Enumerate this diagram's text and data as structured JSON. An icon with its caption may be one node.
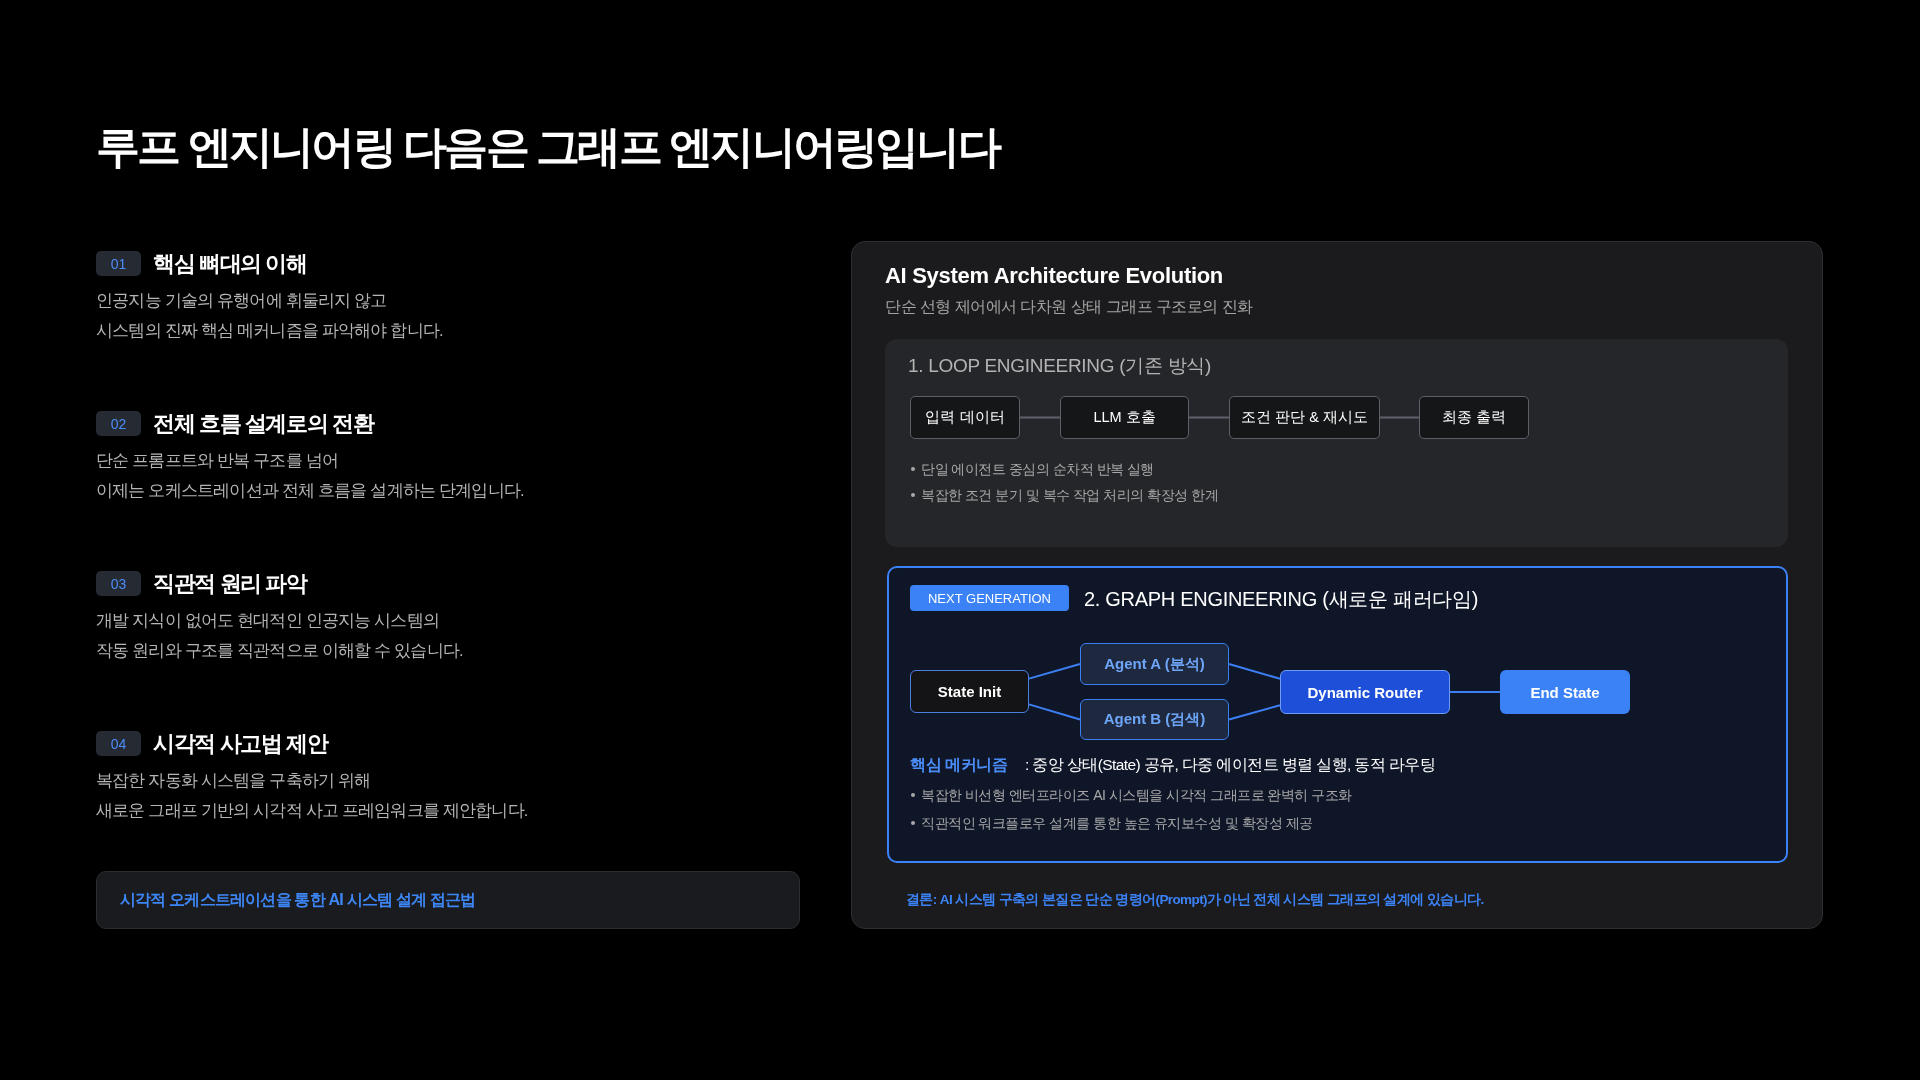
{
  "diagram": {
    "title": "루프 엔지니어링 다음은 그래프 엔지니어링입니다",
    "nodes": [
      {
        "text": [
          "01"
        ],
        "beside": [
          "핵심 뼈대의 이해",
          "인공지능 기술의 유행어에 휘둘리지 않고 시스템의 진짜 핵심 메커니즘을 파악해야 합니다."
        ]
      },
      {
        "text": [
          "02"
        ],
        "beside": [
          "전체 흐름 설계로의 전환",
          "단순 프롬프트와 반복 구조를 넘어 이제는 오케스트레이션과 전체 흐름을 설계하는 단계입니다."
        ]
      },
      {
        "text": [
          "03"
        ],
        "beside": [
          "직관적 원리 파악",
          "개발 지식이 없어도 현대적인 인공지능 시스템의 작동 원리와 구조를 직관적으로 이해할 수 있습니다."
        ]
      },
      {
        "text": [
          "04"
        ],
        "beside": [
          "시각적 사고법 제안",
          "복잡한 자동화 시스템을 구축하기 위해 새로운 그래프 기반의 시각적 사고 프레임워크를 제안합니다."
        ]
      },
      {
        "text": [
          "시각적 오케스트레이션을 통한 AI 시스템 설계 접근법"
        ]
      },
      {
        "text": [
          "AI System Architecture Evolution",
          "단순 선형 제어에서 다차원 상태 그래프 구조로의 진화",
          "결론: AI 시스템 구축의 본질은 단순 명령어(Prompt)가 아닌 전체 시스템 그래프의 설계에 있습니다."
        ]
      },
      {
        "text": [
          "1. LOOP ENGINEERING (기존 방식)",
          "단일 에이전트 중심의 순차적 반복 실행",
          "복잡한 조건 분기 및 복수 작업 처리의 확장성 한계"
        ],
        "in": 5
      },
      {
        "text": [
          "입력 데이터"
        ],
        "in": 6
      },
      {
        "text": [
          "LLM 호출"
        ],
        "in": 6
      },
      {
        "text": [
          "조건 판단 & 재시도"
        ],
        "in": 6
      },
      {
        "text": [
          "최종 출력"
        ],
        "in": 6
      },
      {
        "text": [
          "2. GRAPH ENGINEERING (새로운 패러다임)",
          "핵심 메커니즘",
          ": 중앙 상태(State) 공유, 다중 에이전트 병렬 실행, 동적 라우팅",
          "복잡한 비선형 엔터프라이즈 AI 시스템을 시각적 그래프로 완벽히 구조화",
          "직관적인 워크플로우 설계를 통한 높은 유지보수성 및 확장성 제공"
        ],
        "in": 5
      },
      {
        "text": [
          "NEXT GENERATION"
        ],
        "in": 11
      },
      {
        "text": [
          "State Init"
        ],
        "in": 11
      },
      {
        "text": [
          "Agent A (분석)"
        ],
        "in": 11
      },
      {
        "text": [
          "Agent B (검색)"
        ],
        "in": 11
      },
      {
        "text": [
          "Dynamic Router"
        ],
        "in": 11
      },
      {
        "text": [
          "End State"
        ],
        "in": 11
      }
    ],
    "edges": [
      {
        "from": 7,
        "to": 8,
        "arrow": "none",
        "color": "#5f626b"
      },
      {
        "from": 8,
        "to": 9,
        "arrow": "none",
        "color": "#5f626b"
      },
      {
        "from": 9,
        "to": 10,
        "arrow": "none",
        "color": "#5f626b"
      },
      {
        "from": 13,
        "to": 14,
        "arrow": "none"
      },
      {
        "from": 13,
        "to": 15,
        "arrow": "none"
      },
      {
        "from": 14,
        "to": 16,
        "arrow": "none"
      },
      {
        "from": 15,
        "to": 16,
        "arrow": "none"
      },
      {
        "from": 16,
        "to": 17,
        "arrow": "none"
      }
    ]
  }
}
